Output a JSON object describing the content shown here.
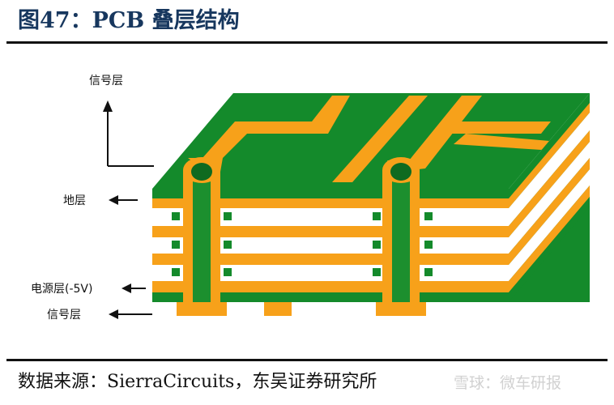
{
  "title": "图47：PCB 叠层结构",
  "labels": {
    "signal_top": "信号层",
    "ground": "地层",
    "power": "电源层(-5V)",
    "signal_bottom": "信号层"
  },
  "source": "数据来源：SierraCircuits，东吴证券研究所",
  "watermark": "雪球：微车研报",
  "colors": {
    "green": "#148a2b",
    "orange": "#f7a11a",
    "title": "#17375e"
  }
}
